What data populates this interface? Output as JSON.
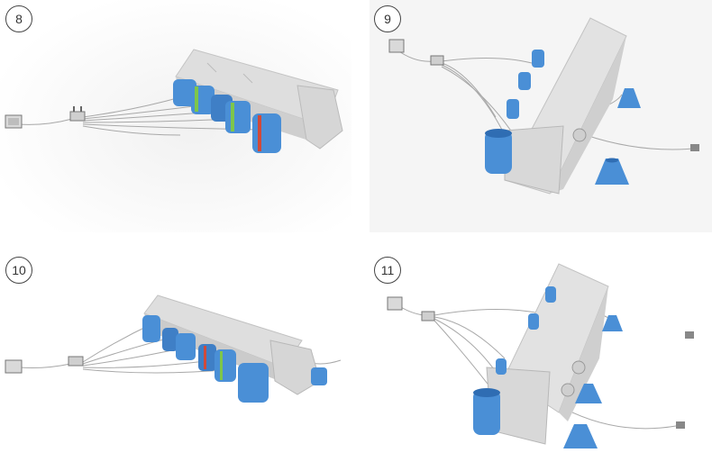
{
  "steps": [
    {
      "label": "8"
    },
    {
      "label": "9"
    },
    {
      "label": "10"
    },
    {
      "label": "11"
    }
  ],
  "colors": {
    "bag_blue": "#4a8fd6",
    "bag_blue_dark": "#2f6db3",
    "bag_stripe_green": "#7ec64a",
    "bag_stripe_red": "#d04a3a",
    "truck_body": "#e4e4e4",
    "truck_shadow": "#c9c9c9",
    "hose": "#9a9a9a",
    "background": "#ffffff",
    "panel_background": "#f7f7f7"
  },
  "icons": [
    "air-lifting-bag-icon",
    "compressor-unit-icon",
    "control-valve-icon",
    "overturned-truck-icon",
    "conical-bag-icon"
  ]
}
